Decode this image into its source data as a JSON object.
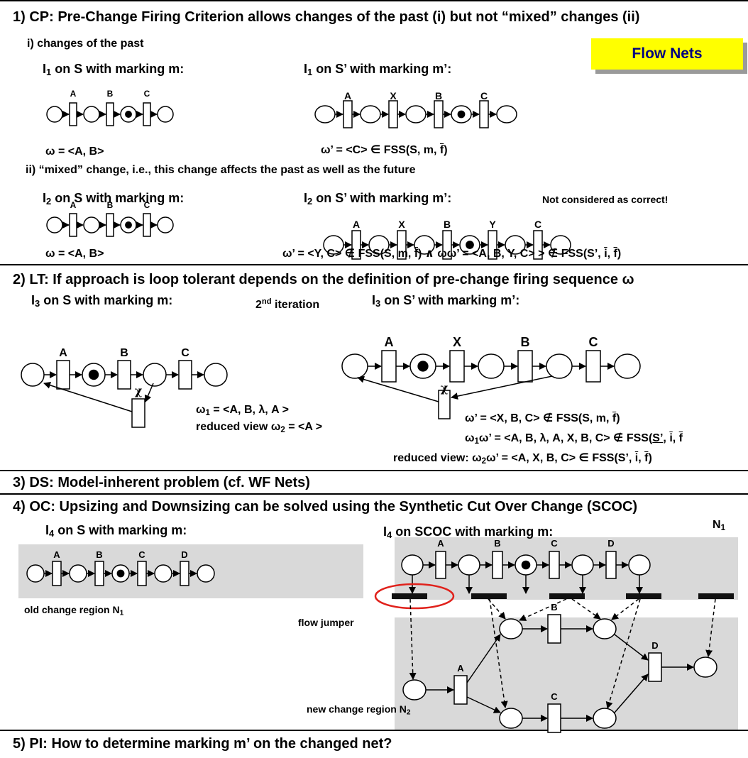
{
  "badge": "Flow Nets",
  "s1": {
    "title": "1) CP: Pre-Change Firing Criterion allows changes of the past (i) but not “mixed” changes (ii)",
    "sub_i": "i) changes of the past",
    "i1_left": "on S with marking m:",
    "i1_right": "on S’ with marking m’:",
    "omega_left": "ω = <A, B>",
    "omega_right_a": "ω’ = <C> ∈ FSS(S, m, ",
    "f": "f",
    "close": ")",
    "sub_ii": "ii) “mixed” change,  i.e., this change affects the past as well as the future",
    "i2_left": "on S with marking m:",
    "i2_right": "on S’ with marking m’:",
    "not_correct": "Not considered as correct!",
    "omega2_left": "ω = <A, B>",
    "omega2_right_a": "ω’ = <Y, C> ∉ FSS(S, m, ",
    "omega2_right_b": ") ∧ ωω’ = <A, B, Y, C> > ∉ FSS(S’, ",
    "i": "i",
    "comma": ", "
  },
  "s2": {
    "title": "2) LT: If approach is loop tolerant depends on the definition of pre-change firing sequence ω",
    "i3_left": "on S with marking m:",
    "iter_a": "2",
    "iter_sup": "nd",
    "iter_b": " iteration",
    "i3_right": "on S’ with marking m’:",
    "w1": "ω",
    "w1_rest": " = <A, B, λ, A >",
    "reduced_left_a": "reduced view ω",
    "reduced_left_b": " = <A >",
    "r1": "ω’ = <X, B, C> ∉ FSS(S, m, ",
    "r2_a": "ω",
    "r2_b": "ω’ = <A, B, λ, A, X, B, C> ∉ FSS(",
    "r3_a": "reduced view: ω",
    "r3_b": "ω’ = <A, X, B, C> ∈ FSS(S’, ",
    "chi": "χ"
  },
  "s3": {
    "title": "3) DS: Model-inherent problem (cf. WF Nets)"
  },
  "s4": {
    "title": "4) OC: Upsizing and Downsizing can be solved using the Synthetic Cut Over Change (SCOC)",
    "i4_left": "on S with marking m:",
    "i4_right": "on SCOC with marking m:",
    "n1": "N",
    "old_region": "old change region N",
    "flow_jumper": "flow jumper",
    "new_region": "new change region N"
  },
  "s5": {
    "title": "5) PI: How to determine marking m’ on the changed net?"
  },
  "sym": {
    "I": "I",
    "S_prime": "S’",
    "one": "1",
    "two": "2",
    "three": "3",
    "four": "4"
  },
  "transitions": {
    "A": "A",
    "B": "B",
    "C": "C",
    "D": "D",
    "X": "X",
    "Y": "Y"
  },
  "colors": {
    "badge_bg": "#ffff00",
    "badge_text": "#000080",
    "region_fill": "#d9d9d9",
    "highlight": "#e0211b"
  }
}
